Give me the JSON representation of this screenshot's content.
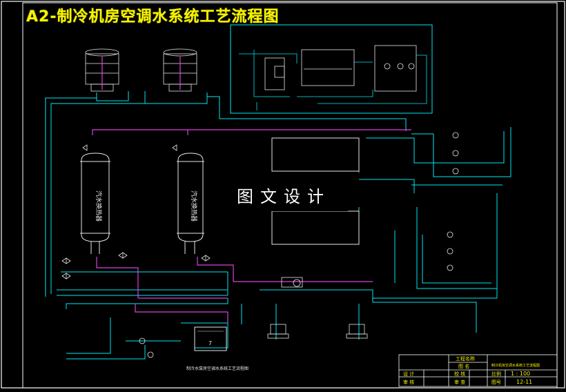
{
  "title": "A2-制冷机房空调水系统工艺流程图",
  "watermark": "图文设计",
  "title_block": {
    "project_label": "工程名称",
    "drawing_label": "图 名",
    "drawing_name": "制冷机房空调水系统工艺流程图",
    "design_label": "设 计",
    "check_label": "审 核",
    "review_label": "审 查",
    "draw_label": "校 核",
    "scale_label": "比例",
    "scale_value": "1 : 100",
    "number_label": "图号",
    "number_value": "12-11"
  },
  "labels": {
    "bottom_caption": "制冷水泵房空调水系统工艺流程图",
    "exchanger_left": "汽水换热器",
    "exchanger_right": "汽水换热器",
    "tank": "7"
  },
  "colors": {
    "pipe_cyan": "#00e8f0",
    "pipe_magenta": "#e040e0",
    "equip_white": "#e8e8e8",
    "title_yellow": "#f5f200",
    "frame": "#ffffff"
  }
}
